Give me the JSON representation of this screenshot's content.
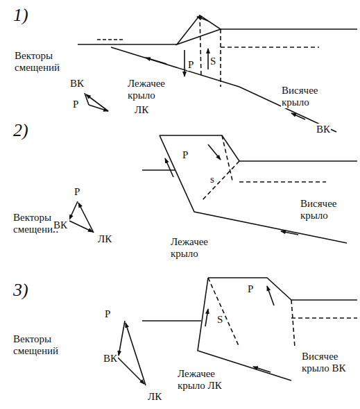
{
  "diagram": {
    "labels": [
      "1)",
      "Векторы смещений",
      "ВК",
      "Р",
      "Лежачее крыло",
      "ЛК",
      "Р",
      "S",
      "Висячее крыло",
      "ВК",
      "2)",
      "Р",
      "s",
      "Висячее крыло",
      "Векторы смещений",
      "Р",
      "ВК",
      "ЛК",
      "Лежачее крыло",
      "3)",
      "Р",
      "Векторы смещений",
      "ВК",
      "S",
      "Р",
      "Висячее крыло ВК",
      "ЛК",
      "Лежачее крыло ЛК"
    ]
  }
}
